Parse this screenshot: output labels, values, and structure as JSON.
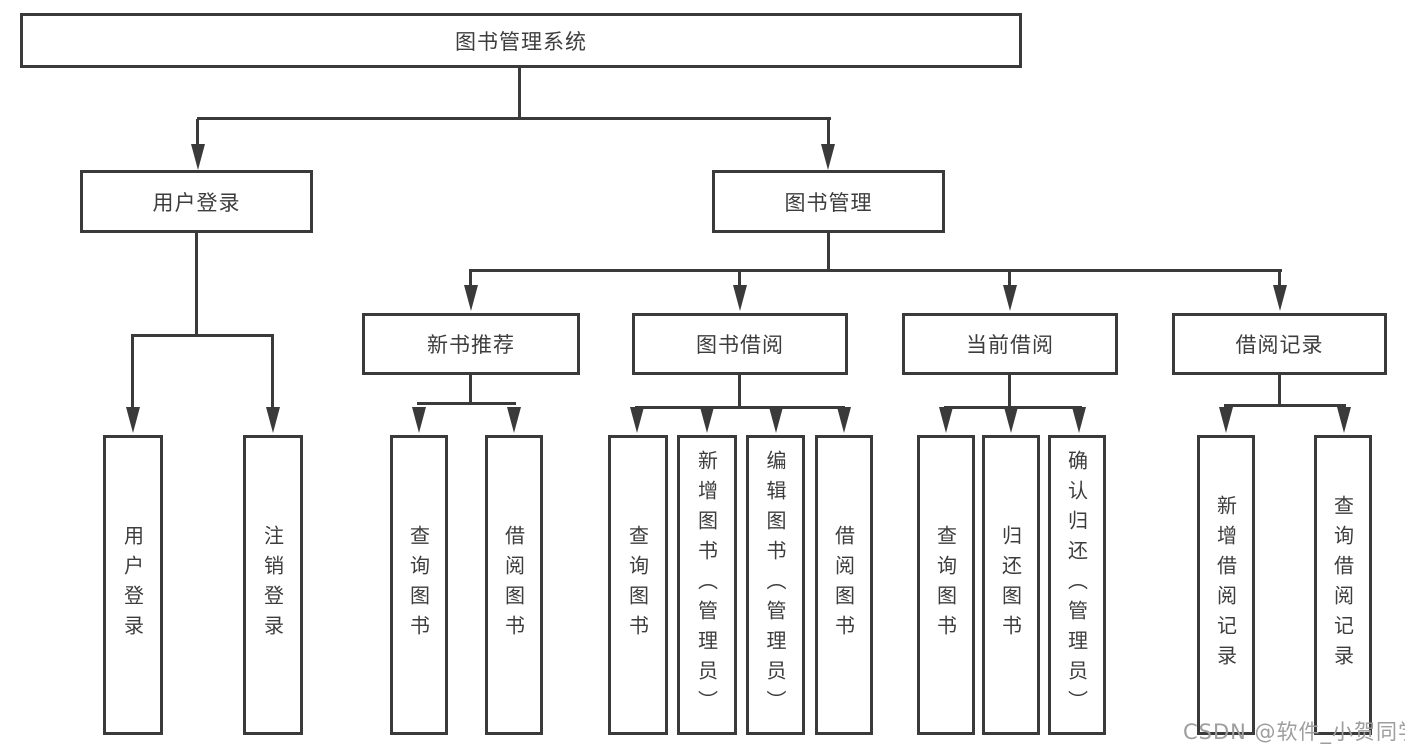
{
  "diagram": {
    "root": "图书管理系统",
    "level1": {
      "user_login": "用户登录",
      "book_mgmt": "图书管理"
    },
    "login_children": {
      "login": "用户登录",
      "logout": "注销登录"
    },
    "modules": {
      "new_books": "新书推荐",
      "borrowing": "图书借阅",
      "current": "当前借阅",
      "records": "借阅记录"
    },
    "new_books_children": {
      "query": "查询图书",
      "borrow": "借阅图书"
    },
    "borrowing_children": {
      "query": "查询图书",
      "add": "新增图书（管理员）",
      "edit": "编辑图书（管理员）",
      "borrow": "借阅图书"
    },
    "current_children": {
      "query": "查询图书",
      "return": "归还图书",
      "confirm": "确认归还（管理员）"
    },
    "records_children": {
      "add": "新增借阅记录",
      "query": "查询借阅记录"
    }
  },
  "watermark": "CSDN @软件_小贺同学",
  "colors": {
    "line": "#3a3a3a",
    "text": "#3d3d3d",
    "background": "#ffffff",
    "watermark": "#9e9e9e"
  }
}
